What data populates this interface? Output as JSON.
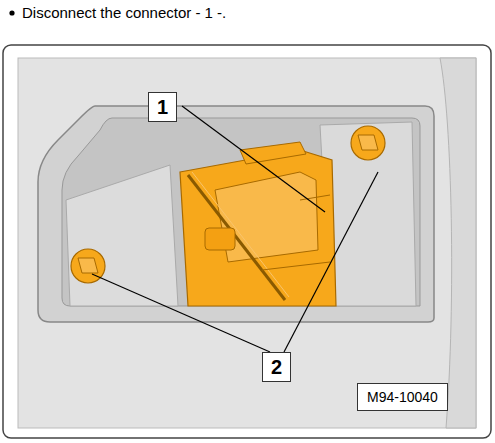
{
  "diagram": {
    "labels": [
      "Disconnect the connector - 1 -.",
      "1",
      "2",
      "M94-10040"
    ]
  }
}
